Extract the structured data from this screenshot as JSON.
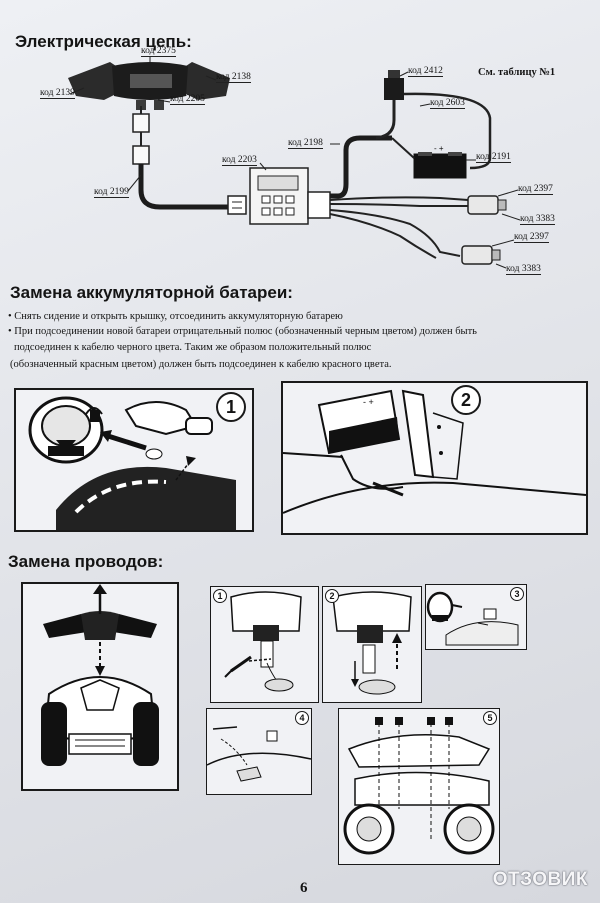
{
  "sections": {
    "circuit": {
      "title": "Электрическая цепь:",
      "see_table": "См. таблицу №1",
      "codes": {
        "c2375": "код 2375",
        "c2138": "код 2138",
        "c2139": "код 2139",
        "c2205": "код 2205",
        "c2412": "код 2412",
        "c2603": "код 2603",
        "c2198": "код 2198",
        "c2191": "код 2191",
        "c2203": "код 2203",
        "c2199": "код 2199",
        "c2397a": "код 2397",
        "c3383a": "код 3383",
        "c2397b": "код 2397",
        "c3383b": "код 3383"
      },
      "battery_polarity": "- +"
    },
    "battery": {
      "title": "Замена аккумуляторной батареи:",
      "lines": [
        "• Снять сидение и открыть крышку, отсоединить аккумуляторную батарею",
        "• При подсоединении  новой батареи отрицательный полюс (обозначенный черным цветом)   должен быть",
        "  подсоединен к кабелю   черного цвета. Таким же образом   положительный полюс",
        "(обозначенный красным цветом) должен быть  подсоединен к кабелю красного цвета."
      ],
      "step1": "1",
      "step2": "2",
      "battery_polarity": "- +"
    },
    "wires": {
      "title": "Замена проводов:",
      "steps": [
        "1",
        "2",
        "3",
        "4",
        "5"
      ]
    }
  },
  "page_number": "6",
  "watermark": "ОТЗОВИК"
}
